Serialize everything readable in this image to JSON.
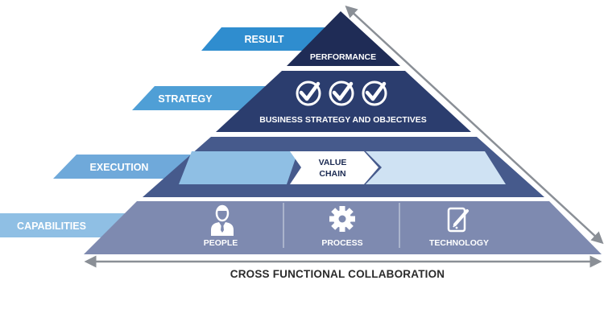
{
  "side_labels": {
    "result": "RESULT",
    "strategy": "STRATEGY",
    "execution": "EXECUTION",
    "capabilities": "CAPABILITIES"
  },
  "tiers": {
    "performance": "PERFORMANCE",
    "strategy": "BUSINESS STRATEGY AND OBJECTIVES",
    "value_chain_line1": "VALUE",
    "value_chain_line2": "CHAIN",
    "people": "PEOPLE",
    "process": "PROCESS",
    "technology": "TECHNOLOGY"
  },
  "bottom_label": "CROSS FUNCTIONAL COLLABORATION",
  "icons": {
    "strategy": [
      "check-circle-icon",
      "check-circle-icon",
      "check-circle-icon"
    ],
    "people": "businessman-icon",
    "process": "gear-icon",
    "technology": "tablet-pen-icon"
  },
  "colors": {
    "tier_top": "#1f2c56",
    "tier_strategy": "#2b3d6e",
    "tier_execution": "#465a8c",
    "tier_capabilities": "#7e8ab0",
    "ribbon_light": "#8fbfe4",
    "ribbon_mid": "#6fa9da",
    "ribbon_dark": "#2f8dcf",
    "arrow_gray": "#8a8f96"
  }
}
